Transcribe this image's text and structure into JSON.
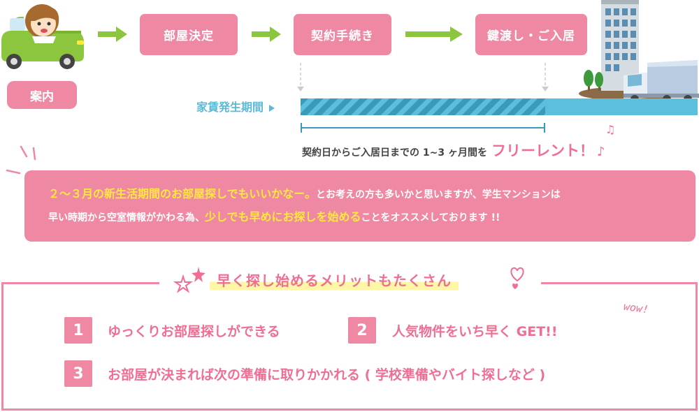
{
  "flow": {
    "guide_label": "案内",
    "steps": [
      {
        "label": "部屋決定"
      },
      {
        "label": "契約手続き"
      },
      {
        "label": "鍵渡し・ご入居"
      }
    ]
  },
  "period": {
    "label": "家賃発生期間",
    "free_text": "契約日からご入居日までの 1~3 ヶ月間を",
    "free_highlight": "フリーレント！",
    "note_symbol": "♪"
  },
  "message": {
    "highlight1": "２～３月の新生活期間のお部屋探しでもいいかなー。",
    "text1": "とお考えの方も多いかと思いますが、学生マンションは",
    "text2": "早い時期から空室情報がかわる為、",
    "highlight2": "少しでも早めにお探しを始める",
    "text3": "ことをオススメしております !!"
  },
  "merits": {
    "title": "早く探し始めるメリットもたくさん",
    "exclaim": "wow!",
    "items": [
      {
        "number": "1",
        "text": "ゆっくりお部屋探しができる"
      },
      {
        "number": "2",
        "text": "人気物件をいち早く GET!!"
      },
      {
        "number": "3",
        "text": "お部屋が決まれば次の準備に取りかかれる ( 学校準備やバイト探しなど )"
      }
    ]
  },
  "colors": {
    "pink": "#ef88a3",
    "pink_text": "#ef6f94",
    "green": "#8cc63f",
    "blue": "#5cc0dc",
    "yellow": "#ffe93c"
  },
  "icons": [
    "car-with-woman-icon",
    "building-icon",
    "truck-icon",
    "tree-icon",
    "star-icon",
    "heart-icon",
    "music-note-icon"
  ]
}
